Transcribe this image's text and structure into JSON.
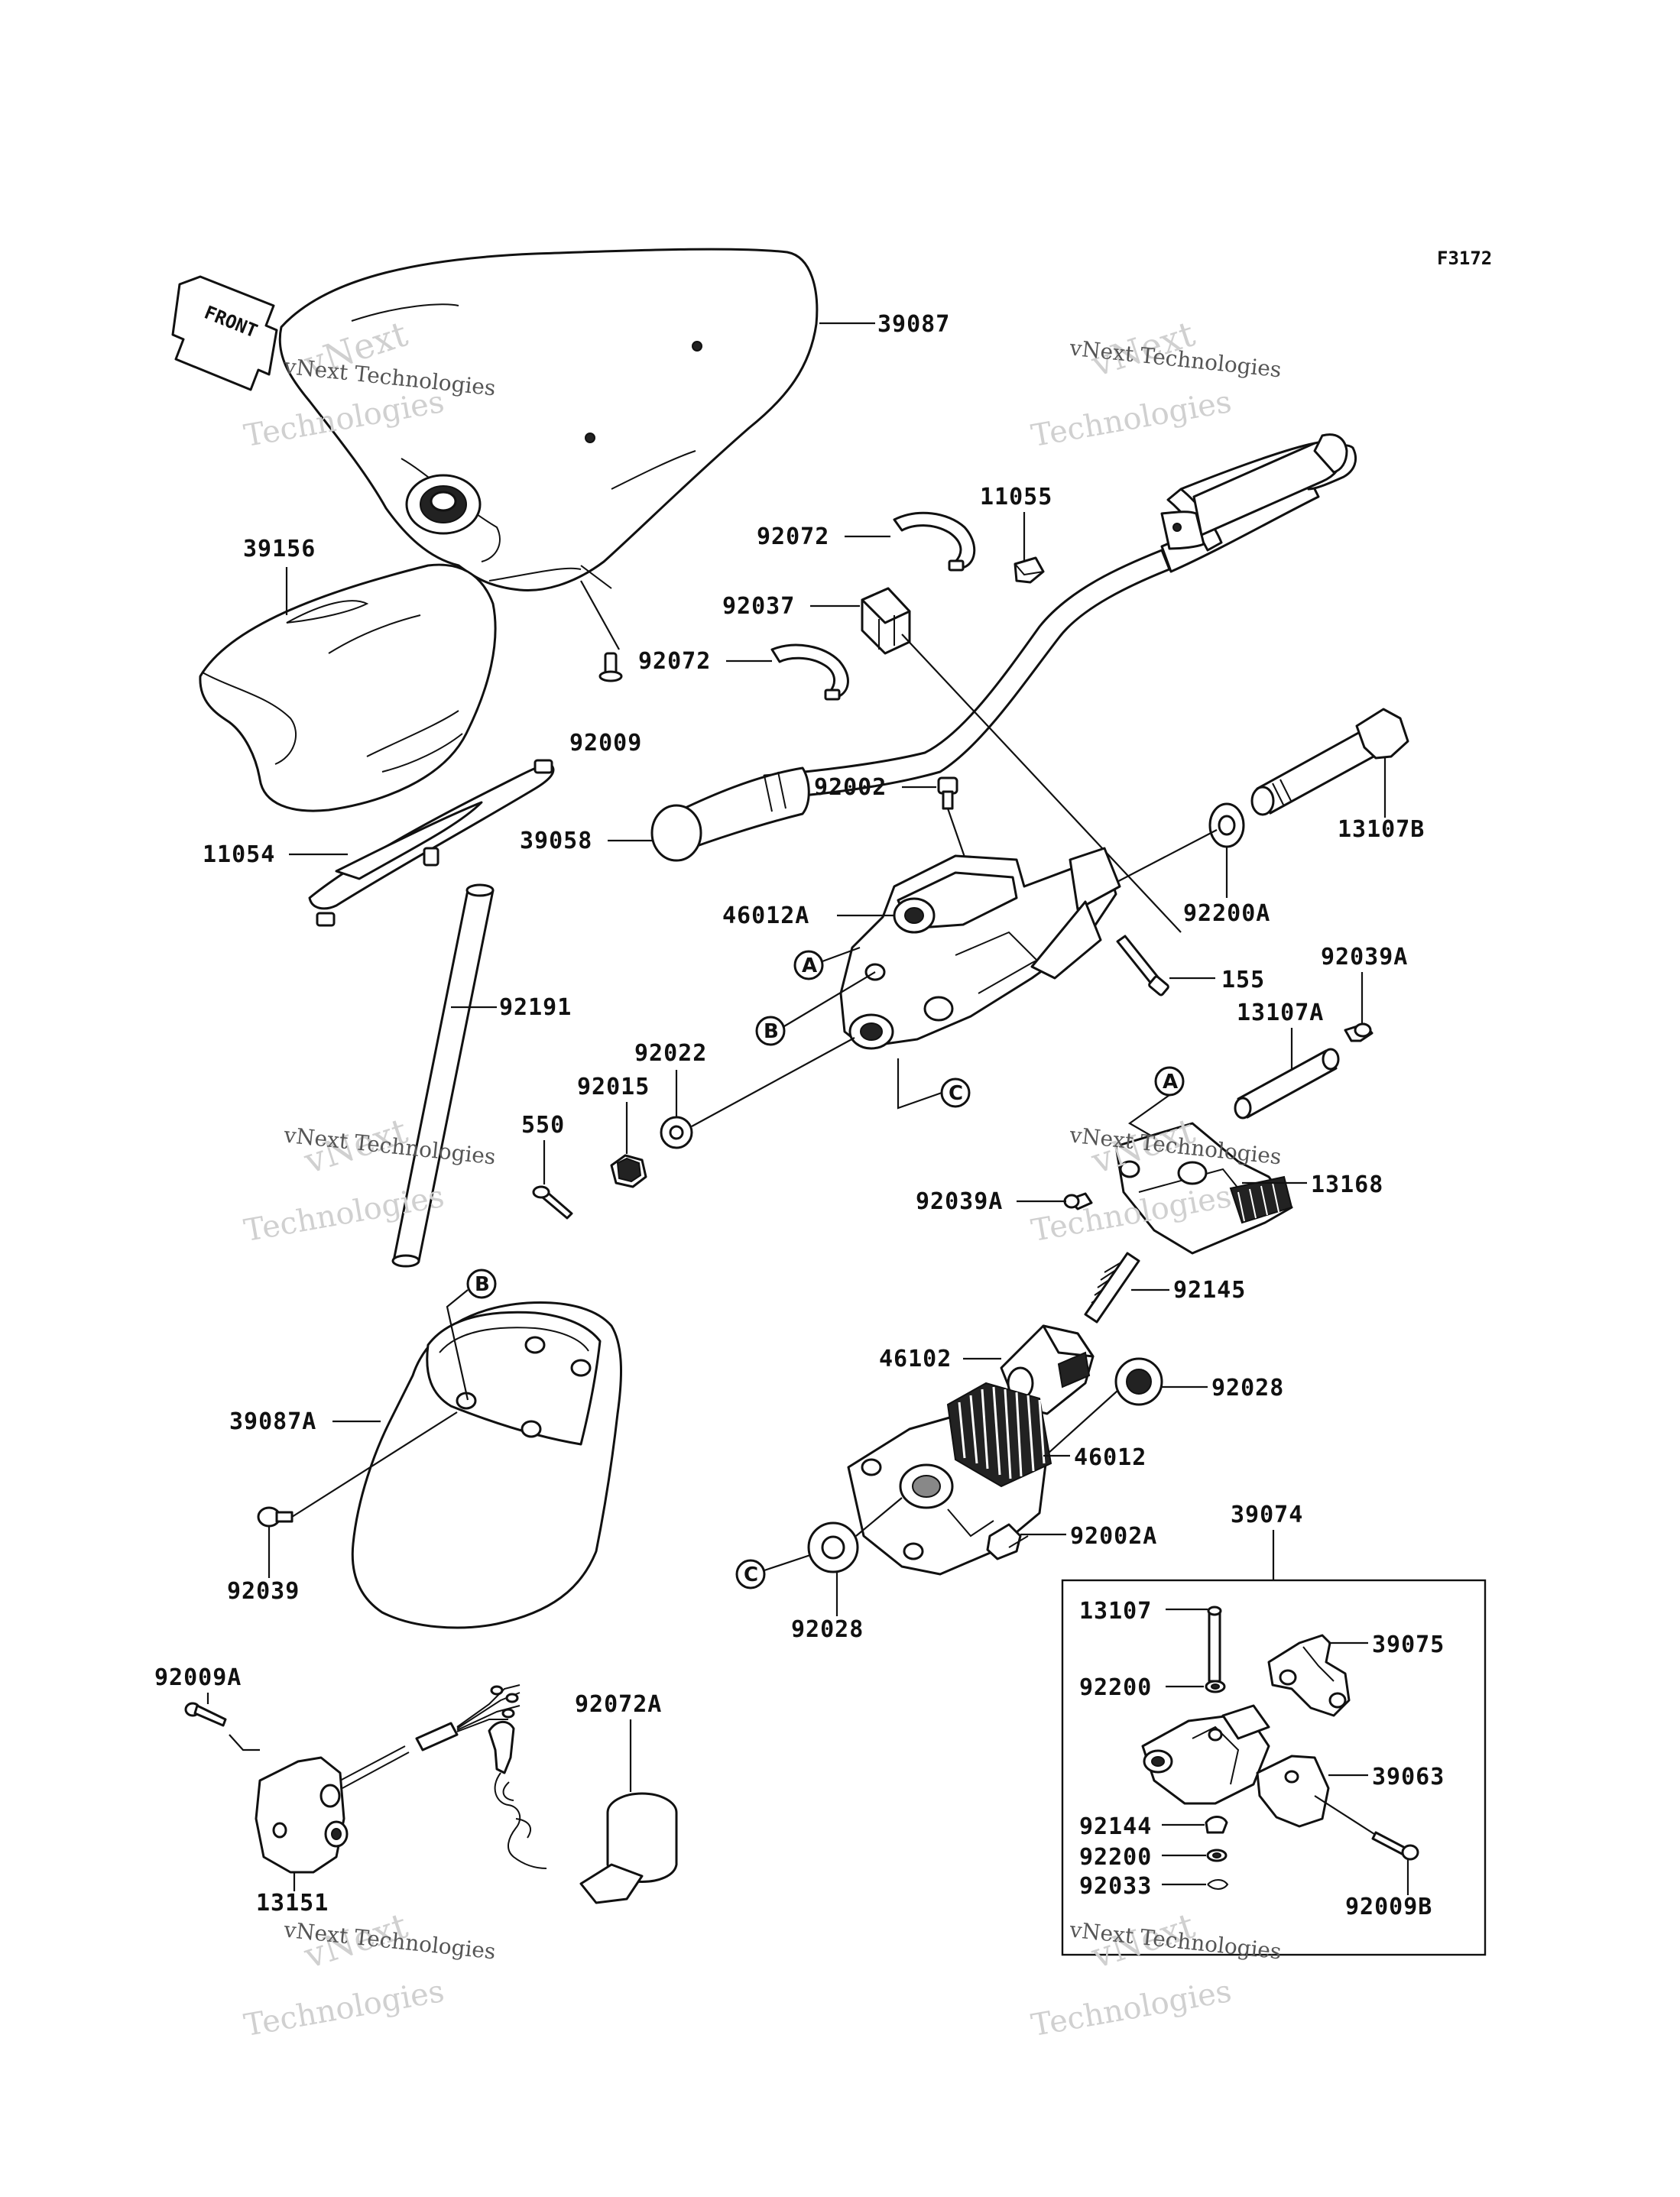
{
  "figure_code": "F3172",
  "front_label": "FRONT",
  "watermark": {
    "line1": "vNext Technologies",
    "line2": "vNext",
    "line3": "Technologies"
  },
  "circles": {
    "a": "A",
    "b": "B",
    "c": "C"
  },
  "labels": {
    "p39087": "39087",
    "p39156": "39156",
    "p92009": "92009",
    "p11054": "11054",
    "p39058": "39058",
    "p92191": "92191",
    "p92072_top": "92072",
    "p92037": "92037",
    "p92072_mid": "92072",
    "p11055": "11055",
    "p92002": "92002",
    "p46012A": "46012A",
    "p13107B": "13107B",
    "p92200A": "92200A",
    "p155": "155",
    "p92039A_top": "92039A",
    "p13107A": "13107A",
    "p92022": "92022",
    "p92015": "92015",
    "p550": "550",
    "p13168": "13168",
    "p92039A_mid": "92039A",
    "p92145": "92145",
    "p46102": "46102",
    "p92028_right": "92028",
    "p39087A": "39087A",
    "p46012": "46012",
    "p92002A": "92002A",
    "p92039": "92039",
    "p92028_bottom": "92028",
    "p39074": "39074",
    "p13107": "13107",
    "p39075": "39075",
    "p92200_1": "92200",
    "p39063": "39063",
    "p92144": "92144",
    "p92200_2": "92200",
    "p92033": "92033",
    "p92009B": "92009B",
    "p92009A": "92009A",
    "p92072A": "92072A",
    "p13151": "13151"
  }
}
